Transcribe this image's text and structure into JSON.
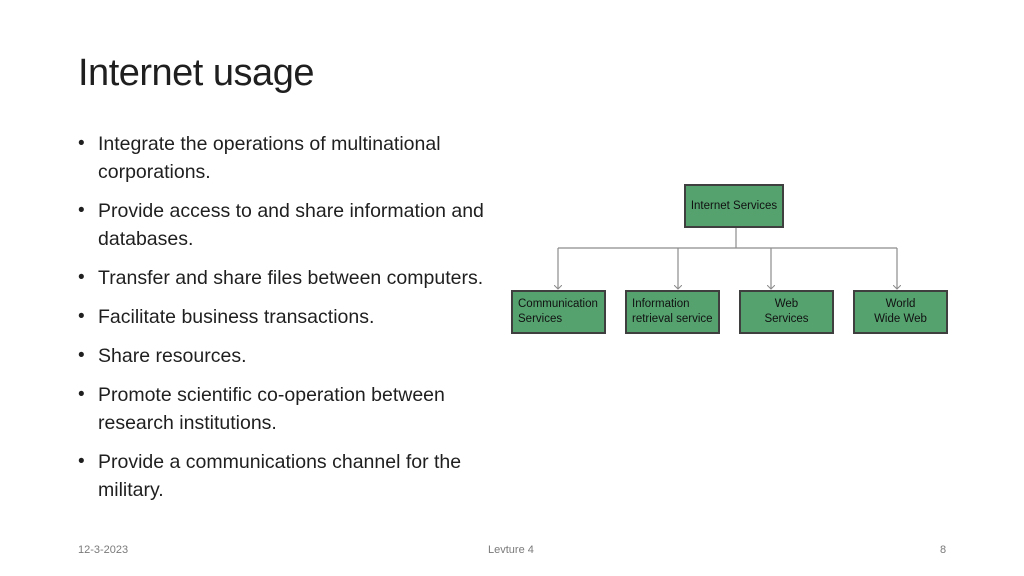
{
  "slide": {
    "title": "Internet usage",
    "bullets": [
      "Integrate the operations of multinational corporations.",
      "Provide access to and share information and databases.",
      "Transfer and share files between computers.",
      "Facilitate business transactions.",
      "Share resources.",
      "Promote scientific co-operation between research institutions.",
      "Provide a communications channel for the military."
    ],
    "bullet_glyph": "•"
  },
  "diagram": {
    "root": "Internet Services",
    "children": [
      "Communication\nServices",
      "Information\nretrieval service",
      "Web\nServices",
      "World\nWide Web"
    ],
    "node_color": "#55a26f",
    "connector_color": "#8c8c8c"
  },
  "footer": {
    "date": "12-3-2023",
    "title": "Levture 4",
    "page": "8"
  }
}
